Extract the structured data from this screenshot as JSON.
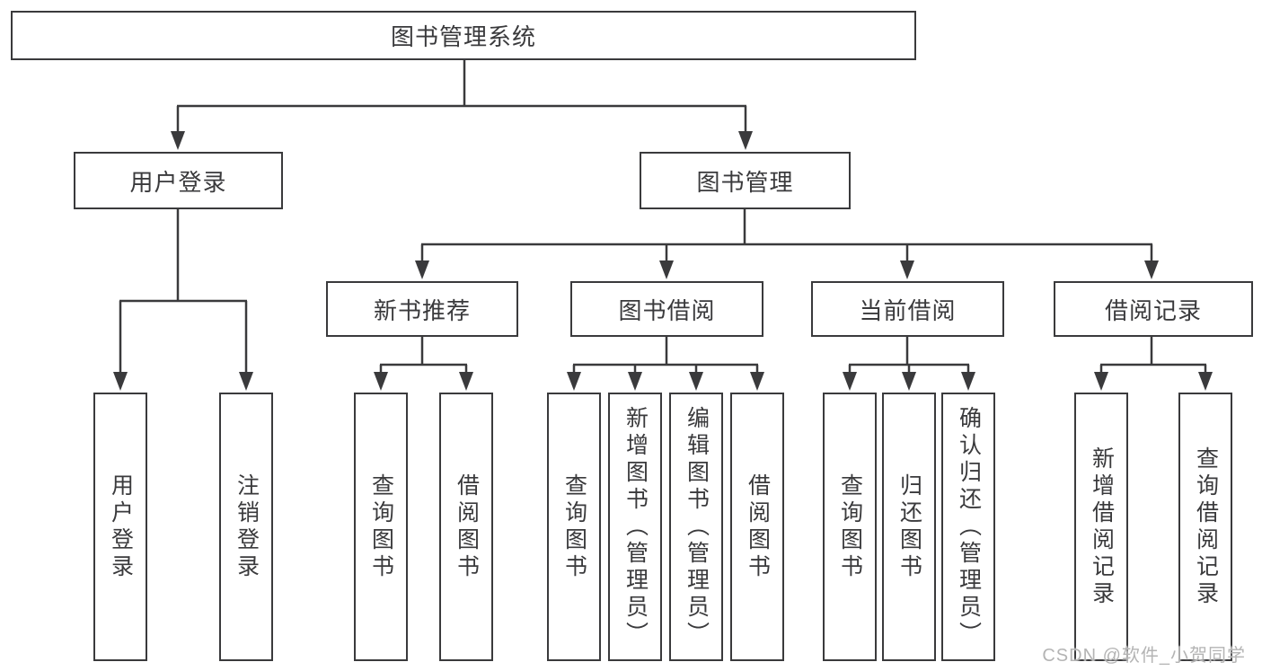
{
  "tree": {
    "root": {
      "label": "图书管理系统"
    },
    "children": [
      {
        "label": "用户登录",
        "children": [
          {
            "label": "用户登录"
          },
          {
            "label": "注销登录"
          }
        ]
      },
      {
        "label": "图书管理",
        "children": [
          {
            "label": "新书推荐",
            "children": [
              {
                "label": "查询图书"
              },
              {
                "label": "借阅图书"
              }
            ]
          },
          {
            "label": "图书借阅",
            "children": [
              {
                "label": "查询图书"
              },
              {
                "label": "新增图书（管理员）"
              },
              {
                "label": "编辑图书（管理员）"
              },
              {
                "label": "借阅图书"
              }
            ]
          },
          {
            "label": "当前借阅",
            "children": [
              {
                "label": "查询图书"
              },
              {
                "label": "归还图书"
              },
              {
                "label": "确认归还（管理员）"
              }
            ]
          },
          {
            "label": "借阅记录",
            "children": [
              {
                "label": "新增借阅记录"
              },
              {
                "label": "查询借阅记录"
              }
            ]
          }
        ]
      }
    ]
  },
  "watermark": {
    "text": "CSDN @软件_小贺同学"
  },
  "colors": {
    "line": "#3a3a3c",
    "text": "#3a3a3c",
    "watermark": "#b4b4b4",
    "background": "#ffffff"
  }
}
